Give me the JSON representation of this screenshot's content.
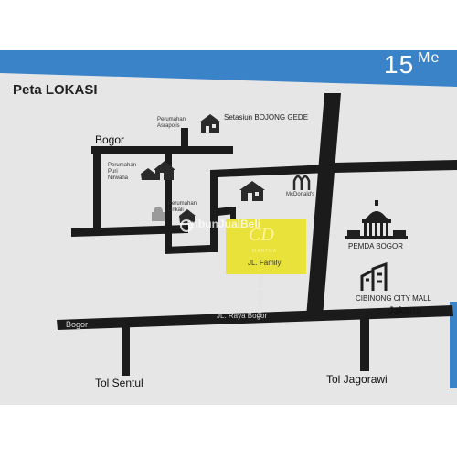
{
  "banner": {
    "number": "15",
    "tail": "Me",
    "color": "#3a83c8"
  },
  "map": {
    "title": "Peta LOKASI",
    "places": {
      "perumahan_asrapolis": "Perumahan Asrapolis",
      "stasiun": "Setasiun BOJONG GEDE",
      "bogor_top": "Bogor",
      "perumahan_puri": "Perumahan Puri Nirwana",
      "perumahan_lower": "Perumahan Unkali",
      "mcdonalds": "McDonald's",
      "pemda": "PEMDA BOGOR",
      "cibinong": "CIBINONG CITY MALL",
      "bogor_road": "Bogor",
      "jakarta": "Jakarta",
      "jl_raya_bogor": "JL. Raya Bogor",
      "jl_tegar": "JL. Raya Tegar Beriman",
      "jl_family": "JL. Family",
      "tol_sentul": "Tol Sentul",
      "tol_jagorawi": "Tol Jagorawi"
    },
    "logo": {
      "mark": "CD",
      "sub": "MANTRA"
    },
    "watermark": "tribunJualBeli"
  },
  "colors": {
    "paper": "#e6e6e6",
    "road": "#1b1b1b",
    "highlight": "#e8e23a"
  }
}
